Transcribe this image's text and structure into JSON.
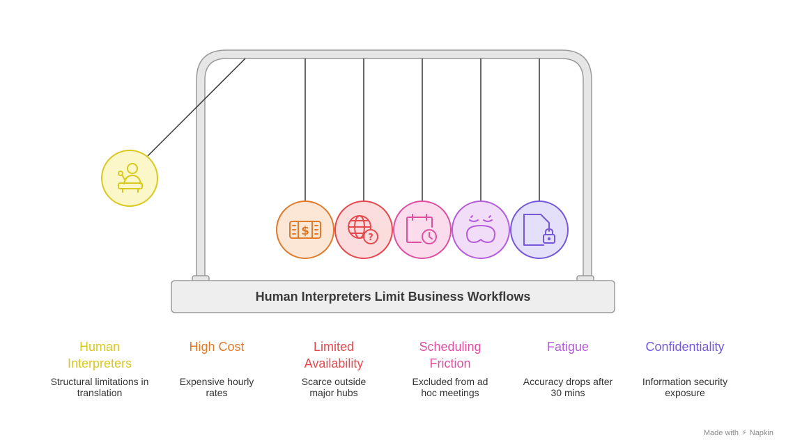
{
  "base_label": "Human Interpreters Limit Business Workflows",
  "items": [
    {
      "title": "Human Interpreters",
      "description": "Structural limitations in translation",
      "color": "#D9C820",
      "icon": "interpreter-icon"
    },
    {
      "title": "High Cost",
      "description": "Expensive hourly rates",
      "color": "#E07B2C",
      "icon": "money-icon"
    },
    {
      "title": "Limited Availability",
      "description": "Scarce outside major hubs",
      "color": "#E5484D",
      "icon": "globe-question-icon"
    },
    {
      "title": "Scheduling Friction",
      "description": "Excluded from ad hoc meetings",
      "color": "#DE4FA0",
      "icon": "calendar-clock-icon"
    },
    {
      "title": "Fatigue",
      "description": "Accuracy drops after 30 mins",
      "color": "#B45CDB",
      "icon": "sleep-mask-icon"
    },
    {
      "title": "Confidentiality",
      "description": "Information security exposure",
      "color": "#7458D8",
      "icon": "file-lock-icon"
    }
  ],
  "credit": {
    "prefix": "Made with",
    "brand": "Napkin"
  }
}
